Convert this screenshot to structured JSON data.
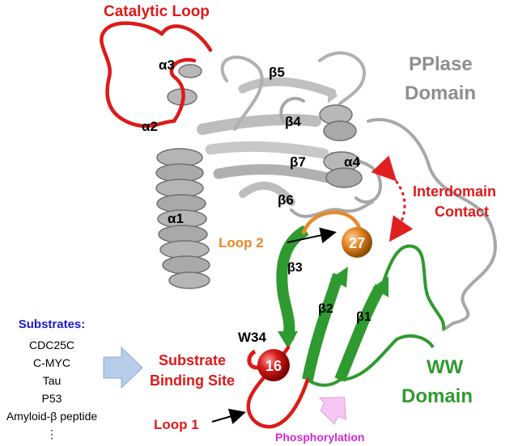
{
  "labels": {
    "catalytic_loop": "Catalytic Loop",
    "alpha3": "α3",
    "alpha2": "α2",
    "alpha1": "α1",
    "alpha4": "α4",
    "beta5": "β5",
    "beta4": "β4",
    "beta7": "β7",
    "beta6": "β6",
    "beta3": "β3",
    "beta2": "β2",
    "beta1": "β1",
    "pplase_line1": "PPlase",
    "pplase_line2": "Domain",
    "interdomain_line1": "Interdomain",
    "interdomain_line2": "Contact",
    "loop2": "Loop 2",
    "residue_27": "27",
    "residue_16": "16",
    "w34": "W34",
    "substrate_line1": "Substrate",
    "substrate_line2": "Binding Site",
    "ww_line1": "WW",
    "ww_line2": "Domain",
    "loop1": "Loop 1",
    "phosphorylation": "Phosphorylation"
  },
  "substrates": {
    "title": "Substrates:",
    "items": [
      "CDC25C",
      "C-MYC",
      "Tau",
      "P53",
      "Amyloid-β peptide"
    ],
    "more": "⋮"
  },
  "colors": {
    "red": "#dd1a1a",
    "gray": "#8e8e8e",
    "green": "#2f9a2f",
    "orange": "#e8892a",
    "blue": "#1b1bd0",
    "magenta": "#d42ad4",
    "arrow_blue": "#b8cdea",
    "arrow_pink": "#f7c6f5"
  }
}
